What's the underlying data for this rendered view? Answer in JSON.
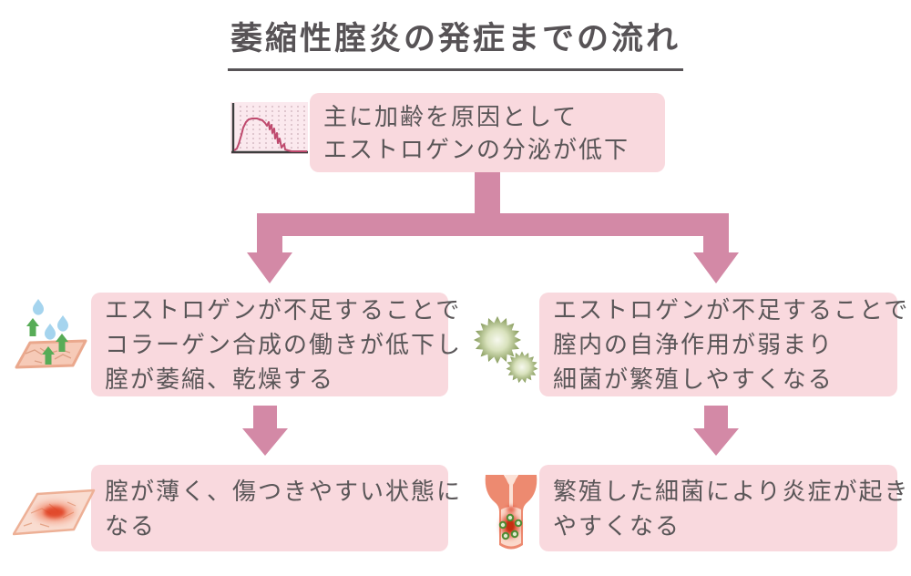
{
  "title": "萎縮性腟炎の発症までの流れ",
  "colors": {
    "box_background": "#f9d9de",
    "arrow": "#d389a6",
    "text": "#5a5658",
    "title_text": "#575356",
    "graph_curve": "#bf4a6e",
    "bacteria_green": "#839858",
    "drop_blue": "#a5d4ee",
    "skin_peach": "#f6cab7",
    "inflammation_red": "#dc3a1f"
  },
  "boxes": {
    "cause": {
      "lines": [
        "主に加齢を原因として",
        "エストロゲンの分泌が低下"
      ]
    },
    "dryness": {
      "lines": [
        "エストロゲンが不足することで",
        "コラーゲン合成の働きが低下し",
        "腟が萎縮、乾燥する"
      ]
    },
    "bacteria": {
      "lines": [
        "エストロゲンが不足することで",
        "腟内の自浄作用が弱まり",
        "細菌が繁殖しやすくなる"
      ]
    },
    "thin": {
      "lines": [
        "腟が薄く、傷つきやすい状態に",
        "なる"
      ]
    },
    "inflammation": {
      "lines": [
        "繁殖した細菌により炎症が起き",
        "やすくなる"
      ]
    }
  },
  "icons": {
    "cause": "estrogen-decline-graph-icon",
    "dryness": "moisture-loss-skin-icon",
    "bacteria": "bacteria-germs-icon",
    "thin": "thin-damaged-skin-icon",
    "inflammation": "vaginal-inflammation-icon"
  }
}
